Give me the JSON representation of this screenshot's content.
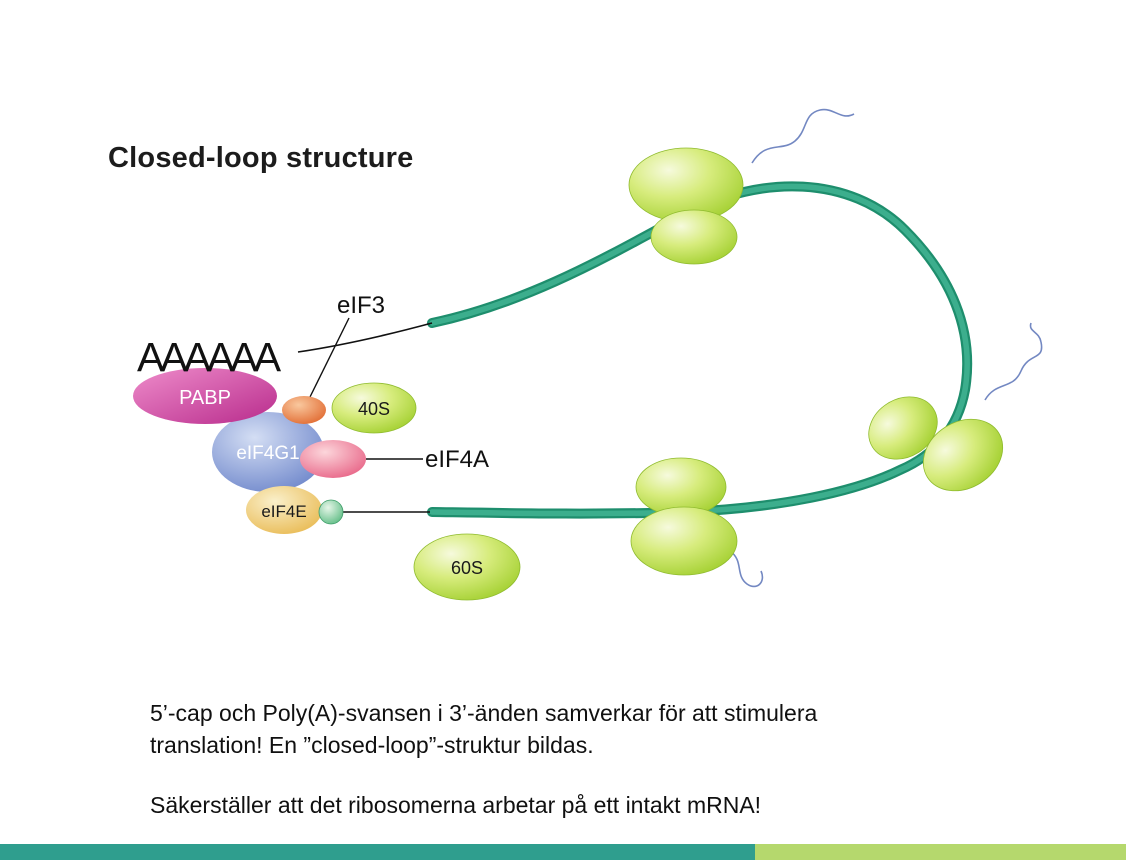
{
  "title": "Closed-loop structure",
  "diagram": {
    "poly_a_tail": "AAAAAA",
    "labels": {
      "eif3": "eIF3",
      "pabp": "PABP",
      "s40": "40S",
      "eif4g1": "eIF4G1",
      "eif4a": "eIF4A",
      "eif4e": "eIF4E",
      "s60": "60S"
    },
    "colors": {
      "mrna_strand": "#3cae8d",
      "mrna_outline": "#1e8e6d",
      "ribosome": "#a0ce2c",
      "pabp": "#c02a8c",
      "eif4g1": "#6a83c9",
      "eif4e": "#e8b84e",
      "eif4a": "#e75f83",
      "eif3": "#e0662c",
      "cap": "#57b97f",
      "nascent_peptide": "#7388c2"
    }
  },
  "caption": {
    "line1": "5’-cap och Poly(A)-svansen i 3’-änden samverkar för att stimulera",
    "line2": "translation! En ”closed-loop”-struktur bildas.",
    "line3": "Säkerställer att det ribosomerna arbetar på ett intakt mRNA!"
  },
  "footer": {
    "teal_color": "#2f9e8e",
    "green_color": "#b5d86d"
  }
}
